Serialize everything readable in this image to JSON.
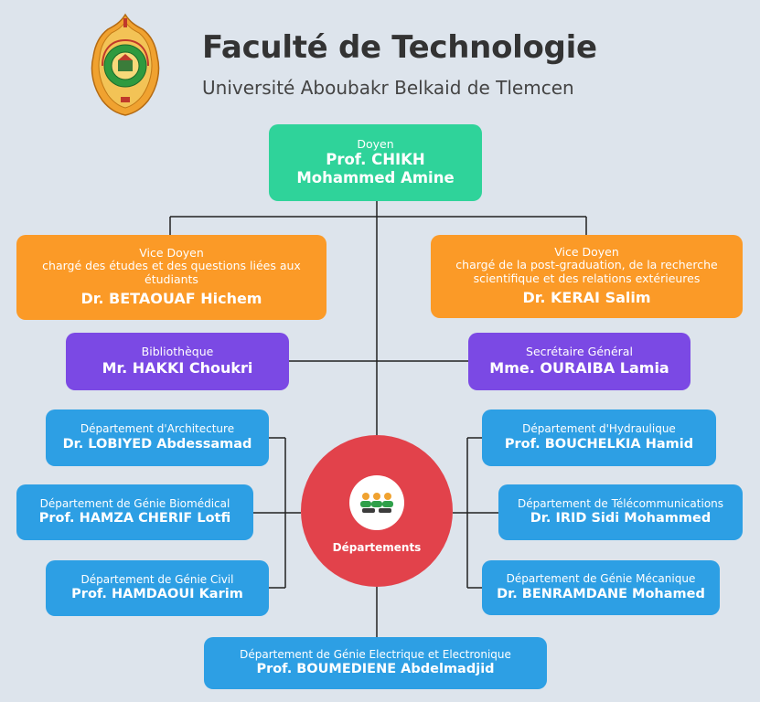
{
  "header": {
    "title": "Faculté de Technologie",
    "subtitle": "Université Aboubakr Belkaid de Tlemcen"
  },
  "dean": {
    "role": "Doyen",
    "name": "Prof. CHIKH\nMohammed Amine"
  },
  "vice_dean_left": {
    "role": "Vice Doyen\nchargé des études et des questions liées aux\nétudiants",
    "name": "Dr. BETAOUAF Hichem"
  },
  "vice_dean_right": {
    "role": "Vice Doyen\nchargé de la post-graduation, de la recherche\nscientifique et des relations extérieures",
    "name": "Dr. KERAI Salim"
  },
  "library": {
    "role": "Bibliothèque",
    "name": "Mr. HAKKI Choukri"
  },
  "secretary": {
    "role": "Secrétaire Général",
    "name": "Mme. OURAIBA Lamia"
  },
  "hub": {
    "label": "Départements"
  },
  "departments": [
    {
      "role": "Département d'Architecture",
      "name": "Dr. LOBIYED Abdessamad"
    },
    {
      "role": "Département de Génie Biomédical",
      "name": "Prof. HAMZA CHERIF Lotfi"
    },
    {
      "role": "Département de Génie Civil",
      "name": "Prof. HAMDAOUI Karim"
    },
    {
      "role": "Département d'Hydraulique",
      "name": "Prof. BOUCHELKIA Hamid"
    },
    {
      "role": "Département de Télécommunications",
      "name": "Dr. IRID Sidi Mohammed"
    },
    {
      "role": "Département de Génie Mécanique",
      "name": "Dr. BENRAMDANE Mohamed"
    },
    {
      "role": "Département de Génie Electrique et Electronique",
      "name": "Prof. BOUMEDIENE Abdelmadjid"
    }
  ],
  "colors": {
    "background": "#dde4ec",
    "dean": "#2fd39a",
    "vice_dean": "#fb9a27",
    "services": "#7b49e4",
    "departments": "#2d9fe4",
    "hub": "#e2424b",
    "lines": "#222222"
  }
}
